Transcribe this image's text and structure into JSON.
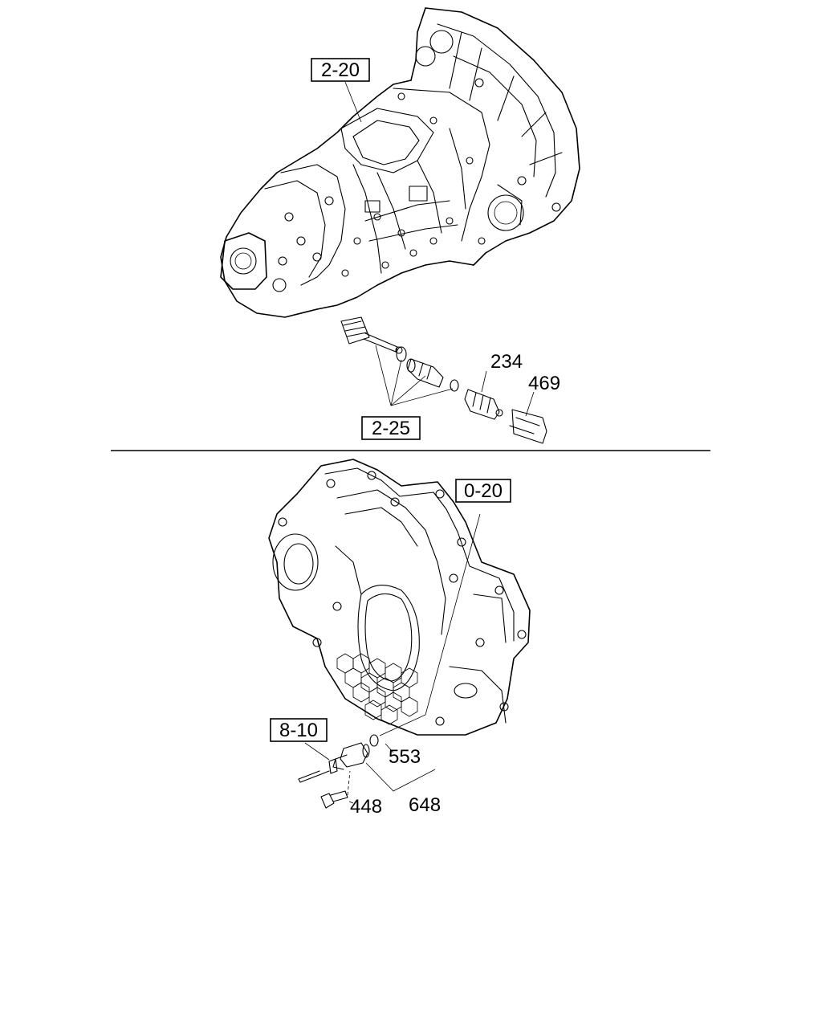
{
  "refs": {
    "top_assembly": "2-20",
    "top_kit": "2-25",
    "bottom_assembly": "0-20",
    "bottom_harness": "8-10"
  },
  "parts": {
    "p234": "234",
    "p469": "469",
    "p553": "553",
    "p448": "448",
    "p648": "648"
  }
}
